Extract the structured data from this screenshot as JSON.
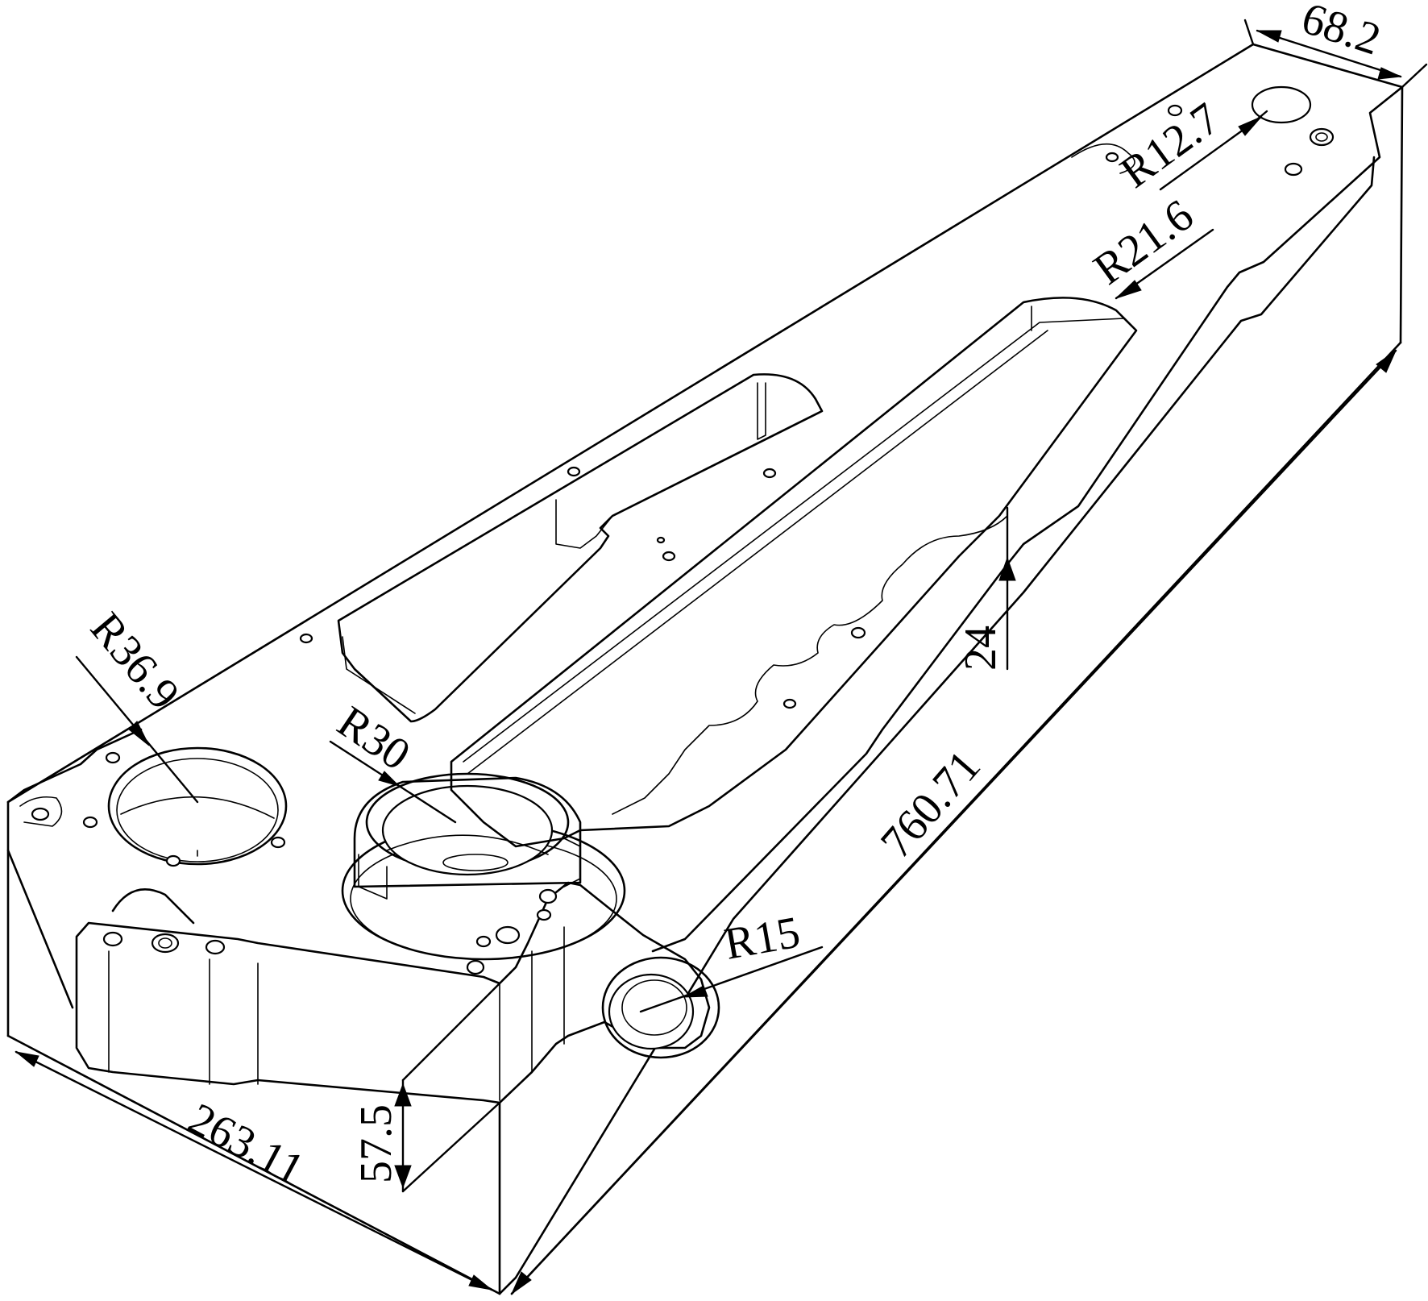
{
  "dimensions": {
    "width_top": "68.2",
    "r_small_hole": "R12.7",
    "r_slot": "R21.6",
    "height_rib": "24",
    "r_left_bore": "R36.9",
    "r_center_bore": "R30",
    "length": "760.71",
    "r_lug": "R15",
    "width_base": "263.11",
    "height_base": "57.5"
  },
  "colors": {
    "line": "#000000",
    "background": "#ffffff"
  }
}
